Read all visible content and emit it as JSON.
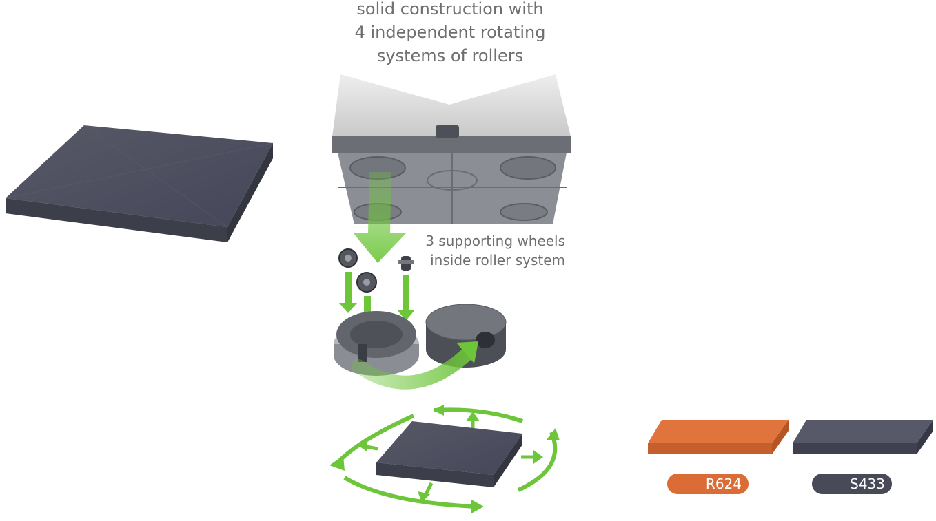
{
  "captions": {
    "construction": [
      "solid construction with",
      "4 independent rotating",
      "systems of rollers"
    ],
    "wheels": [
      "3 supporting wheels",
      "inside roller system"
    ]
  },
  "color_options": [
    {
      "code": "R624",
      "color": "#dc6c35"
    },
    {
      "code": "S433",
      "color": "#484a57"
    }
  ],
  "colors": {
    "arrow_green": "#6dc53a",
    "pad_dark": "#4b4d59",
    "caption_gray": "#6f6f6f"
  },
  "icons": [
    "rotation-arrows-icon",
    "down-arrow-icon",
    "curved-arrow-icon"
  ]
}
